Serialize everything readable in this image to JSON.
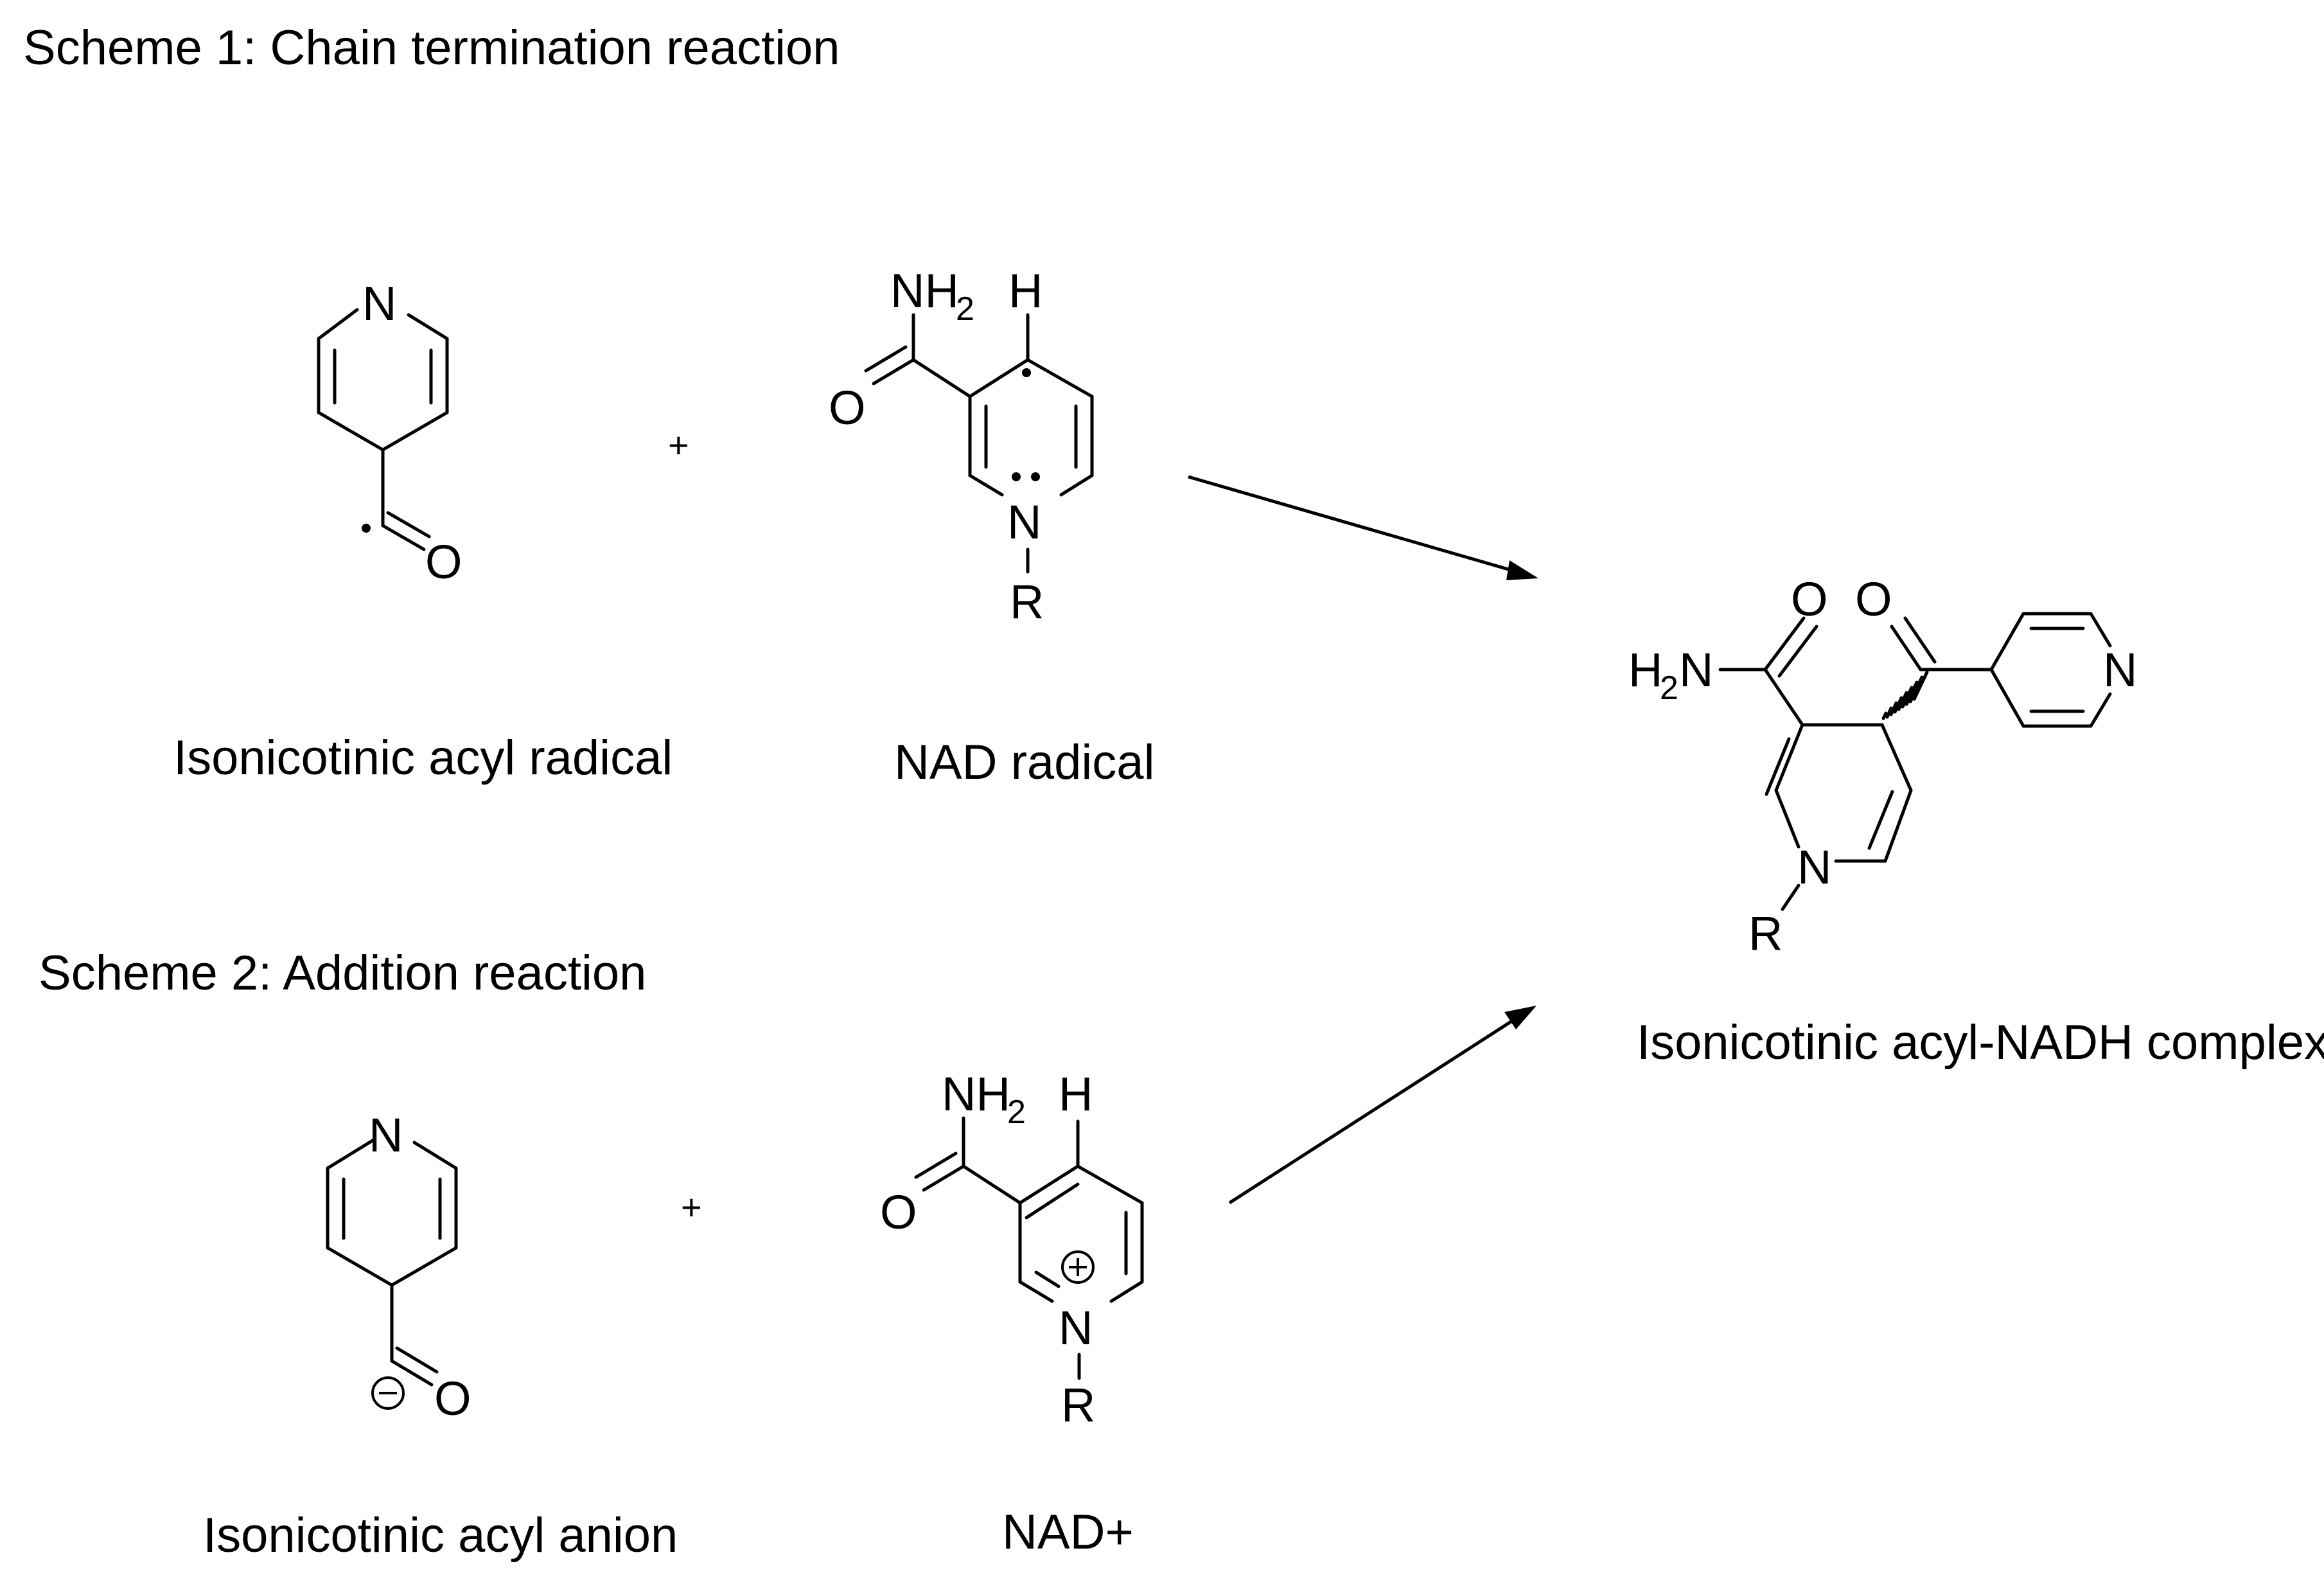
{
  "scheme1": {
    "title": "Scheme 1: Chain termination reaction"
  },
  "scheme2": {
    "title": "Scheme 2: Addition reaction"
  },
  "captions": {
    "acyl_radical": "Isonicotinic acyl radical",
    "nad_radical": "NAD radical",
    "acyl_anion": "Isonicotinic acyl anion",
    "nad_plus": "NAD+",
    "product": "Isonicotinic acyl-NADH complex"
  },
  "symbols": {
    "plus": "+"
  },
  "atoms": {
    "N": "N",
    "O": "O",
    "R": "R",
    "H": "H",
    "NH": "NH",
    "sub2": "2",
    "H2N_H": "H",
    "H2N_N": "N"
  }
}
